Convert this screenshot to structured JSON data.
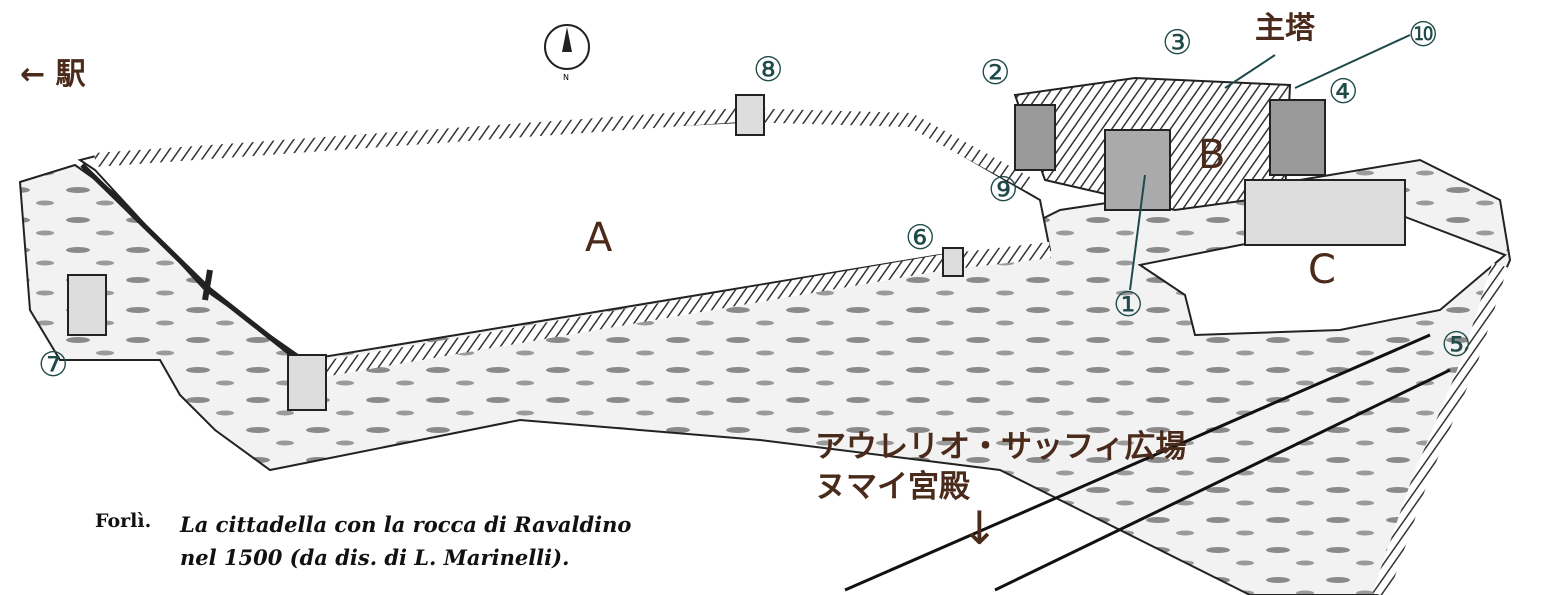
{
  "colors": {
    "label_text": "#4a2a1a",
    "number_text": "#1f4a4a",
    "ground": "#c9c9c9",
    "wall": "#222222"
  },
  "labels": {
    "station": "駅",
    "station_arrow": "←",
    "keep": "主塔",
    "area_a": "A",
    "area_b": "B",
    "area_c": "C",
    "square_line1": "アウレリオ・サッフィ広場",
    "square_line2": "ヌマイ宮殿",
    "square_arrow": "↓",
    "compass_north": "N"
  },
  "markers": [
    "①",
    "②",
    "③",
    "④",
    "⑤",
    "⑥",
    "⑦",
    "⑧",
    "⑨",
    "⑩"
  ],
  "caption": {
    "place": "Forlì.",
    "line1": "La cittadella con la rocca di Ravaldino",
    "line2": "nel 1500 (da dis. di L. Marinelli)."
  }
}
